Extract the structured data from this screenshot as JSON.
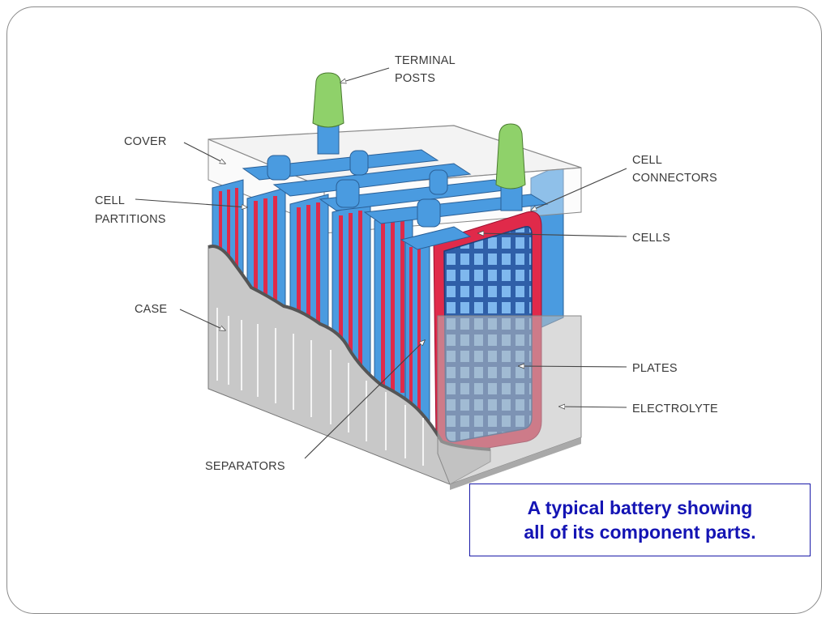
{
  "labels": {
    "terminal_posts": [
      "TERMINAL",
      "POSTS"
    ],
    "cover": "COVER",
    "cell_partitions": [
      "CELL",
      "PARTITIONS"
    ],
    "cell_connectors": [
      "CELL",
      "CONNECTORS"
    ],
    "cells": "CELLS",
    "case": "CASE",
    "plates": "PLATES",
    "electrolyte": "ELECTROLYTE",
    "separators": "SEPARATORS"
  },
  "caption": {
    "line1": "A typical battery showing",
    "line2": "all of its component parts."
  },
  "colors": {
    "caption_text": "#1414b4",
    "caption_border": "#1a1aa8",
    "plate_blue": "#4a9be0",
    "separator_red": "#e02a4a",
    "terminal_green": "#8fd16a",
    "case_gray": "#c8c8c8"
  }
}
